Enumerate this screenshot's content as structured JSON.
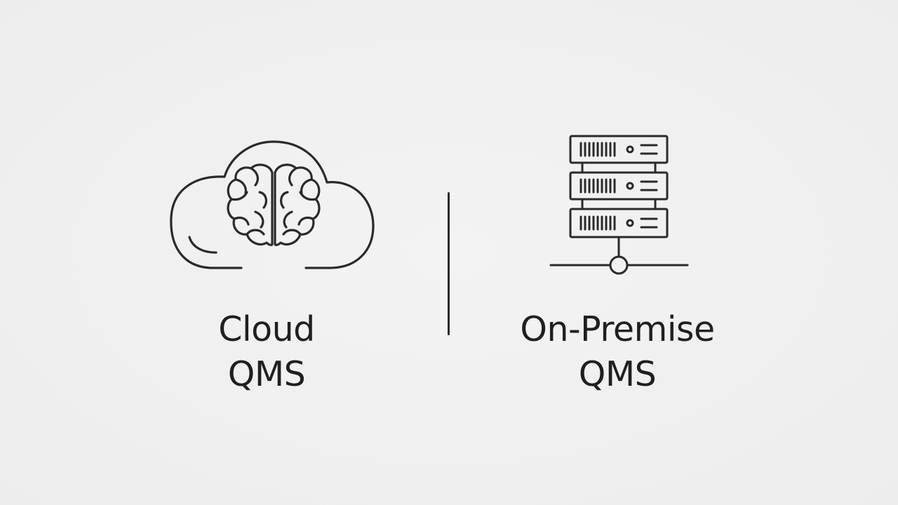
{
  "left": {
    "line1": "Cloud",
    "line2": "QMS",
    "icon": "cloud-brain-icon"
  },
  "right": {
    "line1": "On-Premise",
    "line2": "QMS",
    "icon": "server-icon"
  },
  "colors": {
    "background": "#efefef",
    "stroke": "#2a2a2a",
    "text": "#1f1f1f"
  }
}
